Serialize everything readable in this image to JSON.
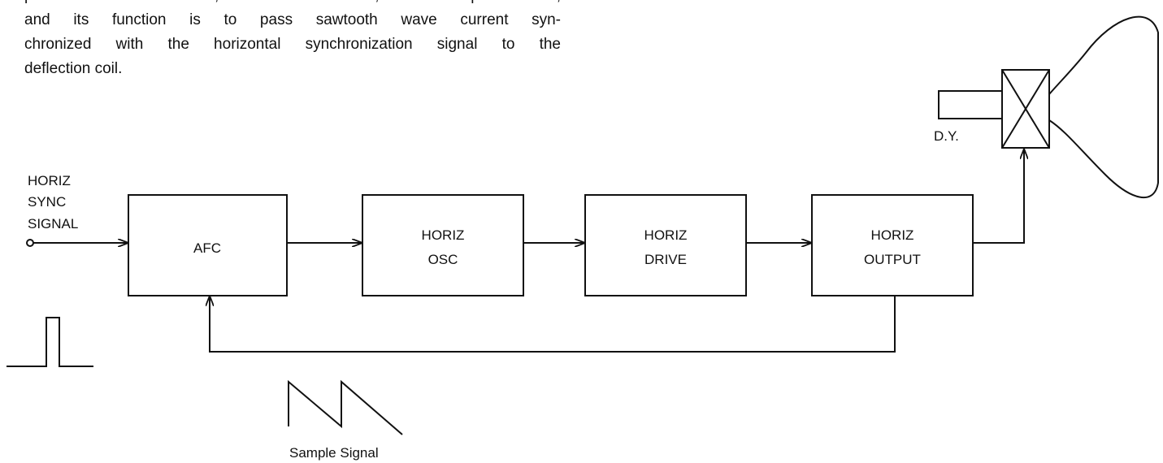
{
  "text": {
    "lines": [
      "posed of AFC Circuit, Oscillation Circuit, and Output Circuit,",
      "and its function is to pass sawtooth wave current syn-",
      "chronized with the horizontal synchronization signal to the",
      "deflection coil."
    ]
  },
  "diagram": {
    "input_label": [
      "HORIZ",
      "SYNC",
      "SIGNAL"
    ],
    "blocks": [
      {
        "lines": [
          "AFC"
        ]
      },
      {
        "lines": [
          "HORIZ",
          "OSC"
        ]
      },
      {
        "lines": [
          "HORIZ",
          "DRIVE"
        ]
      },
      {
        "lines": [
          "HORIZ",
          "OUTPUT"
        ]
      }
    ],
    "dy_label": "D.Y.",
    "sample_label": "Sample Signal"
  }
}
